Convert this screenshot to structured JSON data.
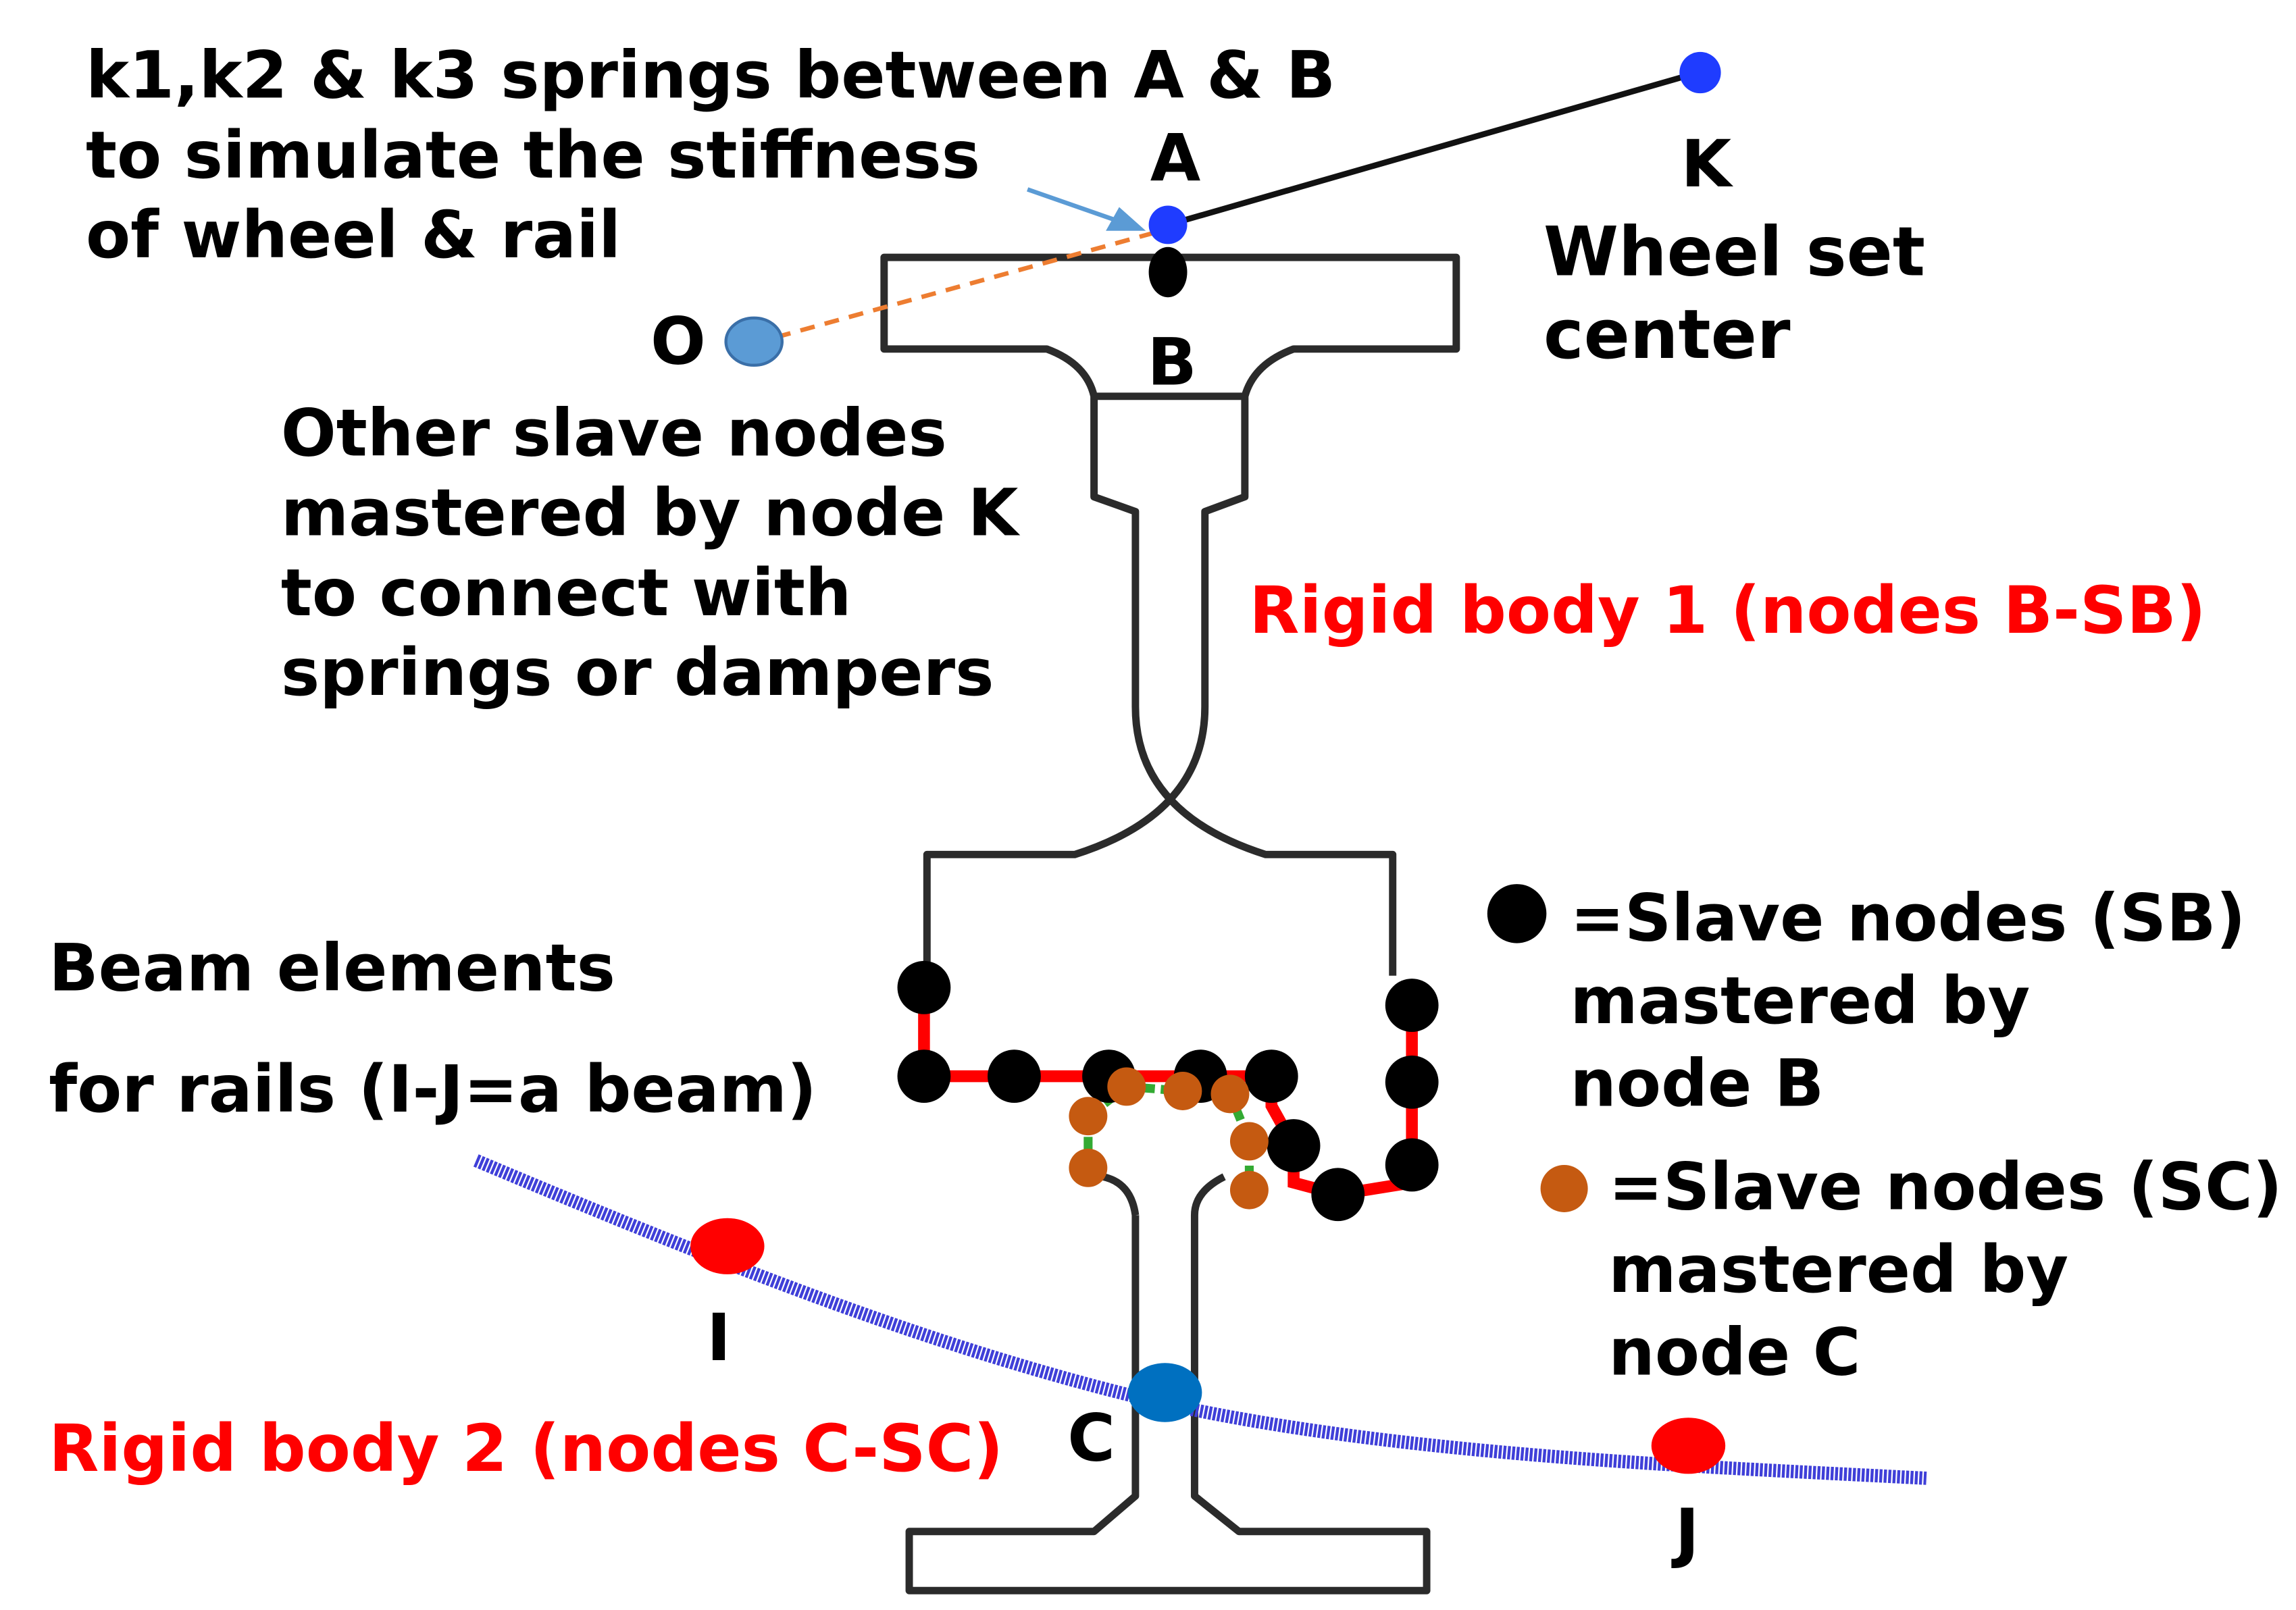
{
  "annotations": {
    "springs": [
      "k1,k2 & k3 springs between A & B",
      "to simulate the stiffness",
      "of wheel & rail"
    ],
    "slave_nodes_k": [
      "Other slave nodes",
      "mastered by node K",
      "to connect with",
      "springs or dampers"
    ],
    "wheelset": [
      "Wheel set",
      "center"
    ],
    "rigid_body_1": "Rigid body 1 (nodes B-SB)",
    "rigid_body_2": "Rigid body 2 (nodes C-SC)",
    "beam": [
      "Beam elements",
      "for rails (I-J=a beam)"
    ]
  },
  "legend": {
    "sb": [
      "=Slave nodes (SB)",
      "mastered by",
      "node B"
    ],
    "sc": [
      "=Slave nodes (SC)",
      "mastered by",
      "node C"
    ]
  },
  "node_labels": {
    "A": "A",
    "B": "B",
    "K": "K",
    "O": "O",
    "C": "C",
    "I": "I",
    "J": "J"
  },
  "colors": {
    "master_node": "#1f3cff",
    "node_o": "#5b9bd5",
    "node_c": "#0070c0",
    "slave_sb": "#000000",
    "slave_sc": "#c55a11",
    "beam_nodes": "#ff0000",
    "beam_line": "#3f3fd8",
    "rigid_link_1": "#ff0000",
    "rigid_link_2": "#33aa33",
    "arrow": "#5b9bd5",
    "dashed_link": "#ed7d31",
    "label_red": "#ff0000"
  }
}
